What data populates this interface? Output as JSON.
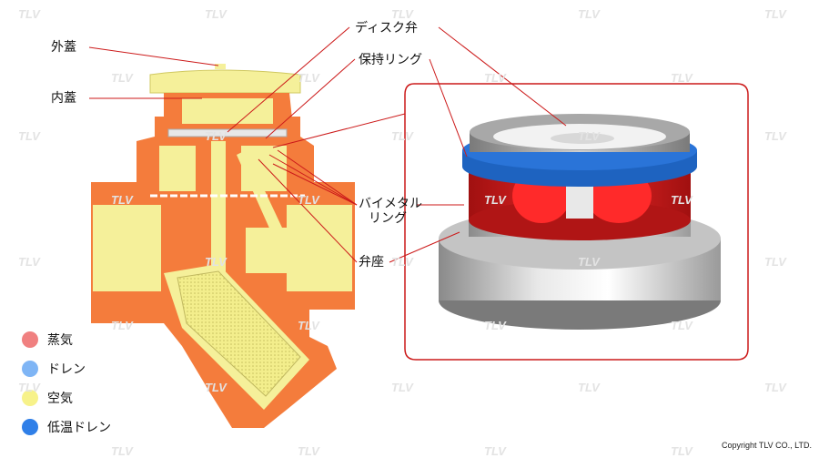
{
  "labels": {
    "outer_cover": "外蓋",
    "inner_cover": "内蓋",
    "disc": "ディスク弁",
    "retaining_ring": "保持リング",
    "bimetal_line1": "バイメタル",
    "bimetal_line2": "リング",
    "valve_seat": "弁座"
  },
  "legend": [
    {
      "label": "蒸気",
      "color": "#f08080"
    },
    {
      "label": "ドレン",
      "color": "#7fb5f5"
    },
    {
      "label": "空気",
      "color": "#f7f28a"
    },
    {
      "label": "低温ドレン",
      "color": "#2f7fe8"
    }
  ],
  "watermark": "TLV",
  "copyright": "Copyright TLV CO., LTD.",
  "colors": {
    "body": "#f47c3c",
    "air": "#f5f09a",
    "leader": "#cc1a1a",
    "frame": "#cc1a1a",
    "ring_blue": "#1e63c0",
    "bimetal_red": "#d81c1c"
  }
}
